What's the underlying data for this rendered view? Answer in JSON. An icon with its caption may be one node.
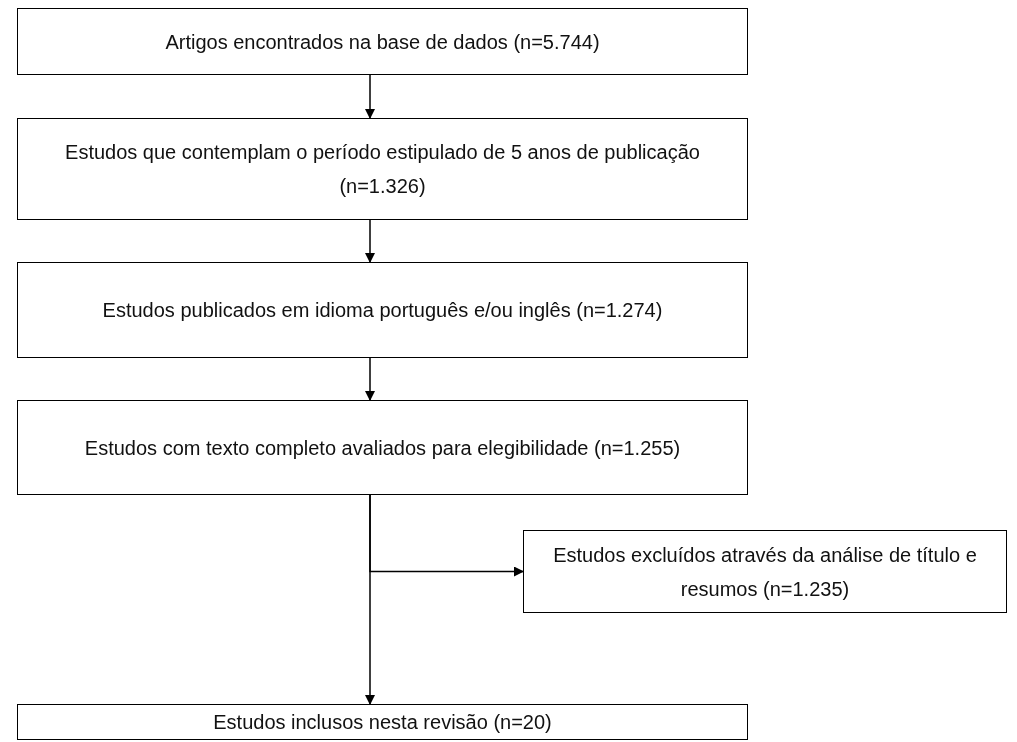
{
  "diagram": {
    "nodes": [
      {
        "text": [
          "Artigos encontrados na base de dados (n=5.744)"
        ]
      },
      {
        "text": [
          "Estudos que contemplam o período estipulado de 5 anos de publicação (n=1.326)"
        ]
      },
      {
        "text": [
          "Estudos publicados em idioma português e/ou inglês (n=1.274)"
        ]
      },
      {
        "text": [
          "Estudos com texto completo avaliados para elegibilidade (n=1.255)"
        ]
      },
      {
        "text": [
          "Estudos excluídos através da análise de título e resumos (n=1.235)"
        ]
      },
      {
        "text": [
          "Estudos inclusos nesta revisão (n=20)"
        ]
      }
    ],
    "edges": [
      {
        "from": 0,
        "to": 1,
        "arrow": "to"
      },
      {
        "from": 1,
        "to": 2,
        "arrow": "to"
      },
      {
        "from": 2,
        "to": 3,
        "arrow": "to"
      },
      {
        "from": 3,
        "to": 4,
        "arrow": "to"
      },
      {
        "from": 3,
        "to": 5,
        "arrow": "to"
      }
    ]
  }
}
